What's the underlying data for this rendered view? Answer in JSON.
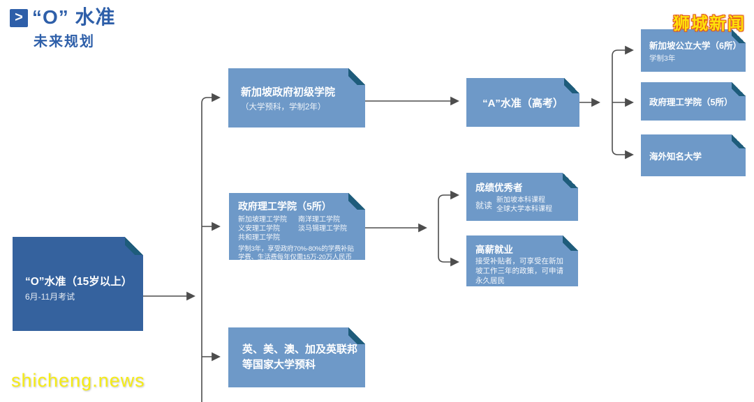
{
  "header": {
    "icon_glyph": ">",
    "title": "“O” 水准",
    "subtitle": "未来规划"
  },
  "branding": {
    "logo_text": "狮城新闻",
    "watermark": "shicheng.news"
  },
  "colors": {
    "accent_blue": "#2e5fa9",
    "box_dark": "#35629e",
    "box_light": "#6e99c8",
    "fold_teal": "#1e5c7b",
    "connector_gray": "#4d4d4d",
    "logo_yellow": "#ffe10a"
  },
  "flowchart": {
    "o_level": {
      "title": "“O”水准（15岁以上）",
      "subtitle": "6月-11月考试"
    },
    "jc": {
      "title": "新加坡政府初级学院",
      "subtitle": "（大学预科，学制2年）"
    },
    "poly": {
      "title": "政府理工学院（5所）",
      "schools": [
        "新加坡理工学院",
        "南洋理工学院",
        "义安理工学院",
        "淡马锡理工学院",
        "共和理工学院"
      ],
      "details": [
        "学制3年，享受政府70%-80%的学费补贴",
        "学费、生活费每年仅需15万-20万人民币"
      ]
    },
    "overseas_prep": {
      "line1": "英、美、澳、加及英联邦",
      "line2": "等国家大学预科"
    },
    "a_level": {
      "title": "“A”水准（高考）"
    },
    "excellent": {
      "title": "成绩优秀者",
      "label": "就读",
      "options": [
        "新加坡本科课程",
        "全球大学本科课程"
      ]
    },
    "employment": {
      "title": "高薪就业",
      "description": "接受补贴者，可享受在新加坡工作三年的政策，可申请永久居民"
    },
    "public_uni": {
      "title": "新加坡公立大学（6所）",
      "subtitle": "学制3年"
    },
    "gov_poly": {
      "title": "政府理工学院（5所）"
    },
    "overseas_uni": {
      "title": "海外知名大学"
    }
  }
}
